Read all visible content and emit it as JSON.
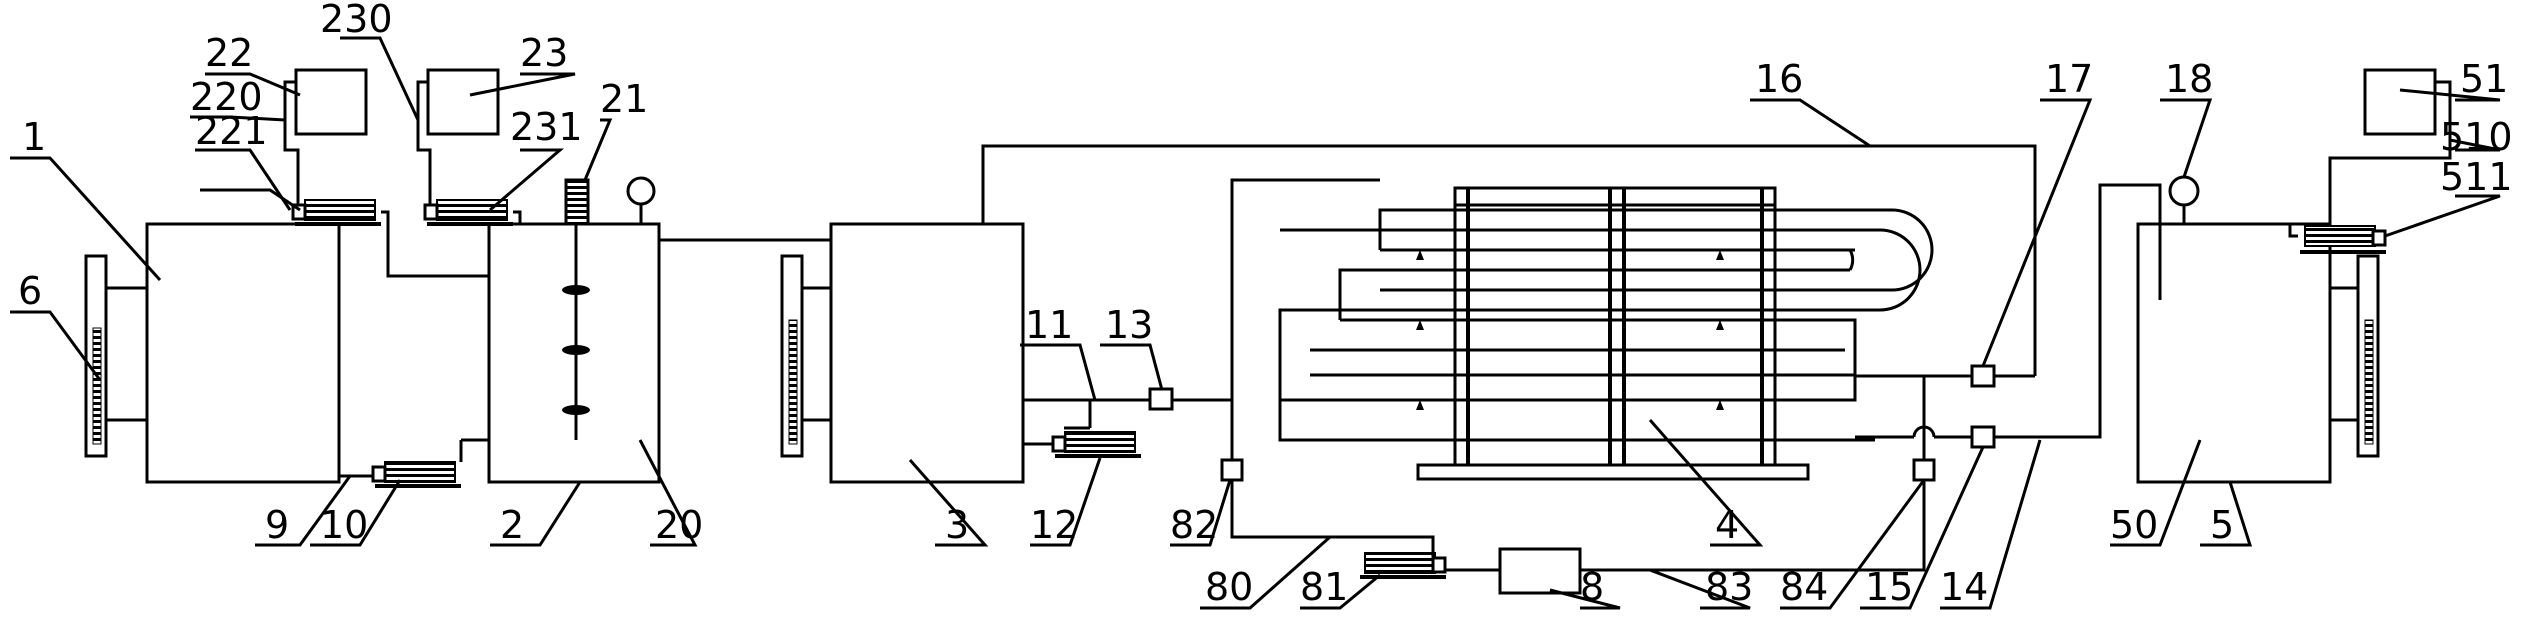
{
  "labels": {
    "l1": "1",
    "l2": "2",
    "l3": "3",
    "l4": "4",
    "l5": "5",
    "l6": "6",
    "l8": "8",
    "l9": "9",
    "l10": "10",
    "l11": "11",
    "l12": "12",
    "l13": "13",
    "l14": "14",
    "l15": "15",
    "l16": "16",
    "l17": "17",
    "l18": "18",
    "l20": "20",
    "l21": "21",
    "l22": "22",
    "l23": "23",
    "l50": "50",
    "l51": "51",
    "l80": "80",
    "l81": "81",
    "l82": "82",
    "l83": "83",
    "l84": "84",
    "l220": "220",
    "l221": "221",
    "l230": "230",
    "l231": "231",
    "l510": "510",
    "l511": "511"
  },
  "colors": {
    "line": "#000000",
    "background": "#ffffff"
  }
}
